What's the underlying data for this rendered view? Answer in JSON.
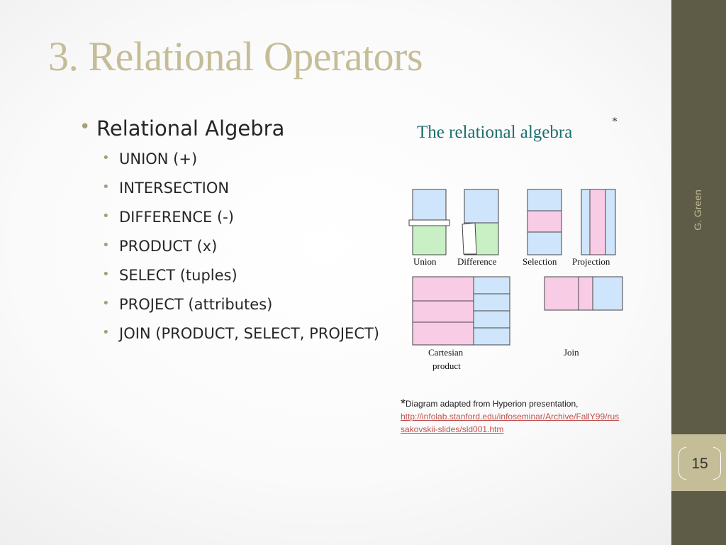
{
  "slide": {
    "title": "3. Relational Operators",
    "main_bullet": "Relational Algebra",
    "sub_bullets": [
      "UNION (+)",
      "INTERSECTION",
      "DIFFERENCE (-)",
      "PRODUCT (x)",
      "SELECT (tuples)",
      "PROJECT (attributes)",
      "JOIN (PRODUCT, SELECT, PROJECT)"
    ]
  },
  "diagram": {
    "heading": "The relational algebra",
    "heading_mark": "*",
    "labels": {
      "union": "Union",
      "difference": "Difference",
      "selection": "Selection",
      "projection": "Projection",
      "cartesian_line1": "Cartesian",
      "cartesian_line2": "product",
      "join": "Join"
    },
    "colors": {
      "blue": "#cfe5fb",
      "pink": "#f9cce6",
      "green": "#c8f0c4",
      "heading": "#1f6e6e"
    }
  },
  "footnote": {
    "star": "*",
    "text": "Diagram adapted from Hyperion presentation,",
    "link_line1": "http://infolab.stanford.edu/infoseminar/Archive/FallY99/rus",
    "link_line2": "sakovskii-slides/sld001.htm"
  },
  "sidebar": {
    "author": "G. Green",
    "page_number": "15"
  }
}
